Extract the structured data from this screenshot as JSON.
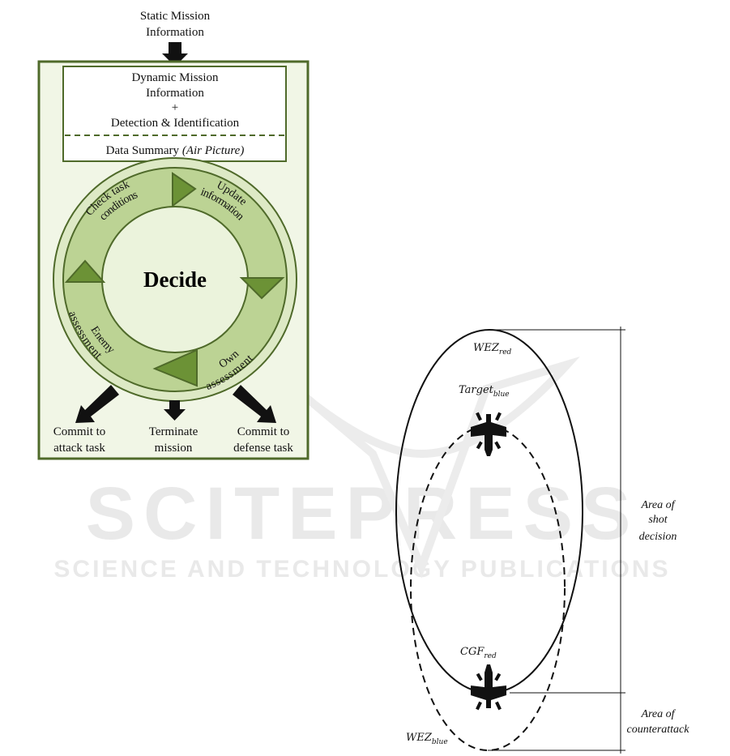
{
  "watermark": {
    "line1": "SCITEPRESS",
    "line2": "SCIENCE AND TECHNOLOGY PUBLICATIONS"
  },
  "decision_diagram": {
    "input_label": [
      "Static Mission",
      "Information"
    ],
    "info_box": {
      "line1": "Dynamic Mission",
      "line2": "Information",
      "line3": "+",
      "line4": "Detection & Identification",
      "summary_prefix": "Data Summary ",
      "summary_italic": "(Air Picture)"
    },
    "center_label": "Decide",
    "ring_segments": {
      "check_task": [
        "Check task",
        "conditions"
      ],
      "update_info": [
        "Update",
        "information"
      ],
      "own_assessment": [
        "Own",
        "assessment"
      ],
      "enemy_assessment": [
        "Enemy",
        "assessment"
      ]
    },
    "outputs": {
      "attack": [
        "Commit to",
        "attack task"
      ],
      "terminate": [
        "Terminate",
        "mission"
      ],
      "defense": [
        "Commit to",
        "defense task"
      ]
    },
    "colors": {
      "panel_border": "#4f6a2a",
      "panel_fill": "#f1f6e6",
      "ring_fill": "#bcd394",
      "ring_outer": "#dde9c5",
      "inner_fill": "#ebf3dc",
      "arrow_fill": "#6c9236"
    }
  },
  "wez_diagram": {
    "wez_red": {
      "base": "WEZ",
      "sub": "red"
    },
    "target": {
      "base": "Target",
      "sub": "blue"
    },
    "cgf": {
      "base": "CGF",
      "sub": "red"
    },
    "wez_blue": {
      "base": "WEZ",
      "sub": "blue"
    },
    "area_shot": [
      "Area of",
      "shot",
      "decision"
    ],
    "area_counter": [
      "Area of",
      "counterattack"
    ],
    "aircraft_icon": "fighter-jet-icon"
  }
}
